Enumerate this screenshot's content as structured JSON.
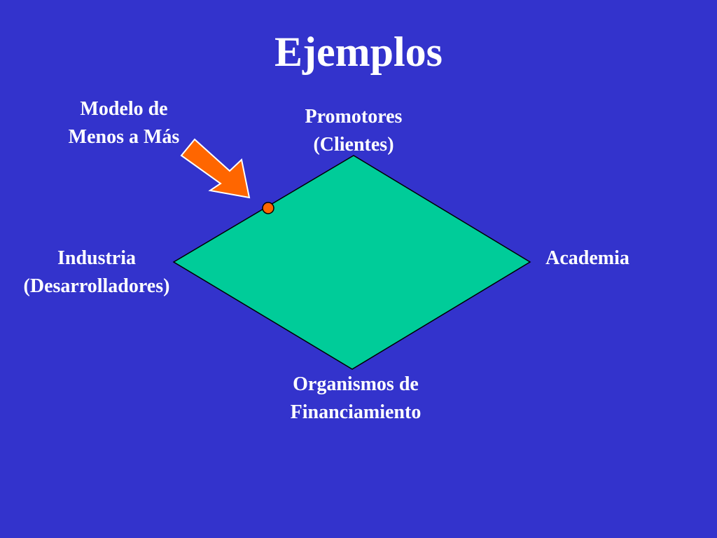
{
  "slide": {
    "title": "Ejemplos",
    "background_color": "#3333cc"
  },
  "diagram": {
    "model_label": [
      "Modelo de",
      "Menos a Más"
    ],
    "top_label": [
      "Promotores",
      "(Clientes)"
    ],
    "left_label": [
      "Industria",
      "(Desarrolladores)"
    ],
    "right_label": [
      "Academia"
    ],
    "bottom_label": [
      "Organismos de",
      "Financiamiento"
    ],
    "diamond_color": "#00cc99",
    "arrow_color": "#ff6600",
    "marker_color": "#ff6600",
    "arrow_icon": "arrow-down-right-icon",
    "marker_icon": "circle-marker-icon"
  }
}
